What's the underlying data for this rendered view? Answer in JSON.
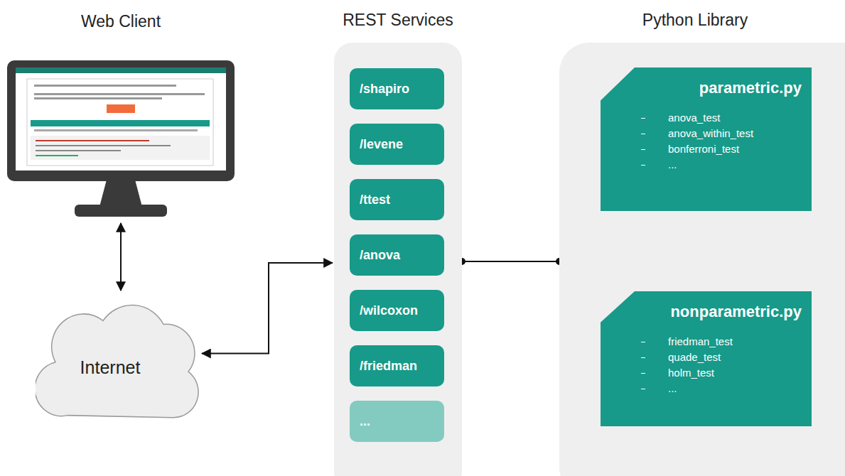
{
  "diagram": {
    "nodes": [
      {
        "text": [
          "Web Client"
        ]
      },
      {
        "text": [
          "Internet"
        ]
      },
      {
        "text": [
          "REST Services"
        ]
      },
      {
        "text": [
          "/shapiro"
        ],
        "in": 2
      },
      {
        "text": [
          "/levene"
        ],
        "in": 2
      },
      {
        "text": [
          "/ttest"
        ],
        "in": 2
      },
      {
        "text": [
          "/anova"
        ],
        "in": 2
      },
      {
        "text": [
          "/wilcoxon"
        ],
        "in": 2
      },
      {
        "text": [
          "/friedman"
        ],
        "in": 2
      },
      {
        "text": [
          "..."
        ],
        "in": 2
      },
      {
        "text": [
          "Python Library"
        ]
      },
      {
        "text": [
          "parametric.py",
          "anova_test",
          "anova_within_test",
          "bonferroni_test",
          "..."
        ],
        "in": 10
      },
      {
        "text": [
          "nonparametric.py",
          "friedman_test",
          "quade_test",
          "holm_test",
          "..."
        ],
        "in": 10
      }
    ],
    "edges": [
      {
        "from": 0,
        "to": 1,
        "arrow": "both"
      },
      {
        "from": 1,
        "to": 2,
        "arrow": "both"
      },
      {
        "from": 2,
        "to": 10,
        "arrow": "none"
      }
    ]
  }
}
